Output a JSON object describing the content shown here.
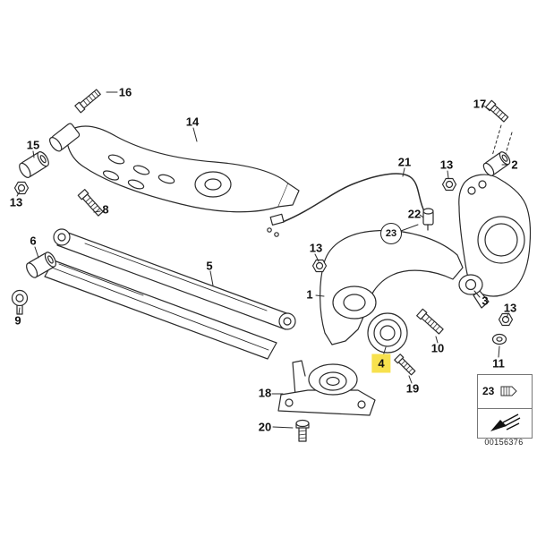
{
  "diagram": {
    "image_number": "00156376",
    "highlight_color": "#f7e14e",
    "highlighted_callout": "4",
    "callouts": [
      {
        "label": "16"
      },
      {
        "label": "14"
      },
      {
        "label": "15"
      },
      {
        "label": "13"
      },
      {
        "label": "8"
      },
      {
        "label": "6"
      },
      {
        "label": "5"
      },
      {
        "label": "9"
      },
      {
        "label": "17"
      },
      {
        "label": "2"
      },
      {
        "label": "13"
      },
      {
        "label": "21"
      },
      {
        "label": "22"
      },
      {
        "label": "23",
        "style": "circled"
      },
      {
        "label": "13"
      },
      {
        "label": "1"
      },
      {
        "label": "3"
      },
      {
        "label": "13"
      },
      {
        "label": "11"
      },
      {
        "label": "10"
      },
      {
        "label": "4",
        "style": "highlighted"
      },
      {
        "label": "19"
      },
      {
        "label": "18"
      },
      {
        "label": "20"
      }
    ],
    "legend": {
      "callout_label": "23",
      "icons": [
        "clip-icon",
        "direction-arrow-icon"
      ]
    }
  }
}
